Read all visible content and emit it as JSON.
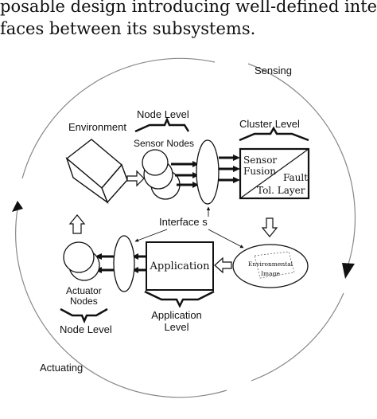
{
  "text_lines": [
    "posable design introducing well-defined inter-",
    "faces between its subsystems."
  ],
  "labels": {
    "sensing": "Sensing",
    "actuating": "Actuating",
    "environment": "Environment",
    "node_level_top": "Node Level",
    "sensor_nodes": "Sensor Nodes",
    "cluster_level": "Cluster Level",
    "sensor_fusion_1": "Sensor",
    "sensor_fusion_2": "Fusion",
    "fault_1": "Fault",
    "fault_2": "Tol. Layer",
    "interfaces": "Interface s",
    "application": "Application",
    "env_image_1": "Environmental",
    "env_image_2": "Image",
    "actuator_1": "Actuator",
    "actuator_2": "Nodes",
    "node_level_bottom": "Node Level",
    "app_level_1": "Application",
    "app_level_2": "Level"
  }
}
